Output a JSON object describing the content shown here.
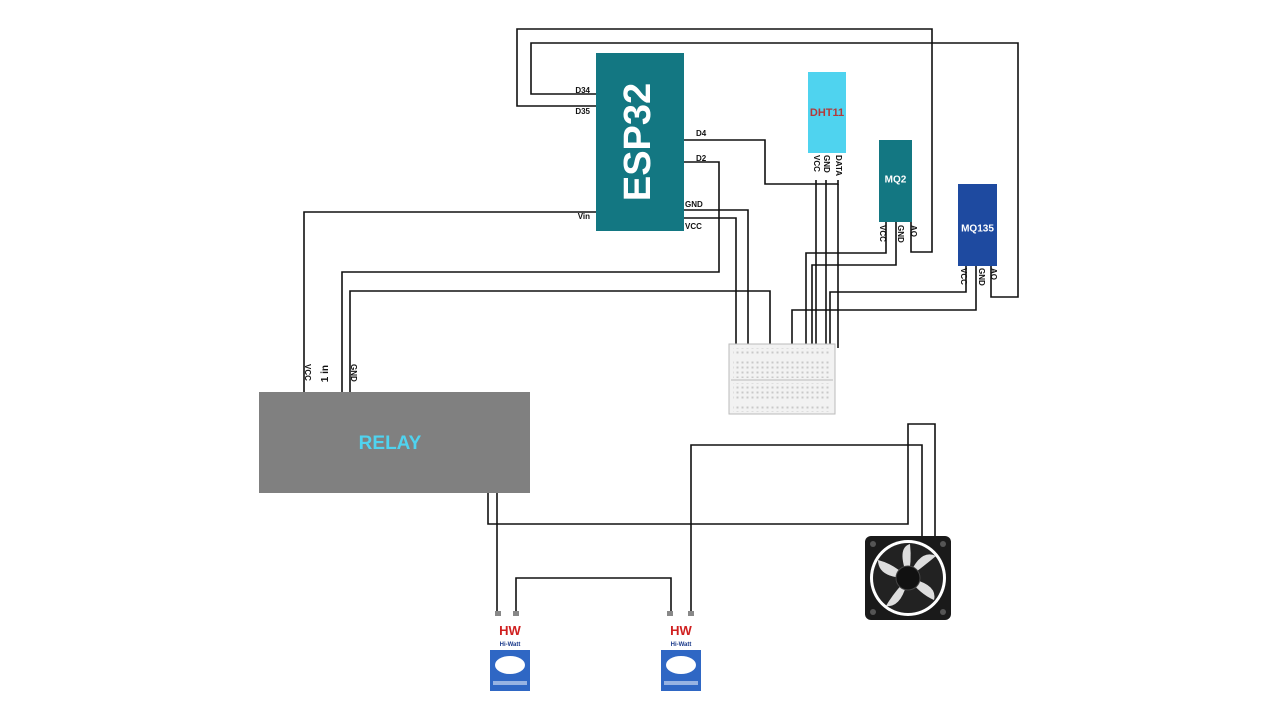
{
  "colors": {
    "esp32": "#137782",
    "dht11": "#4fd3ef",
    "dht11_text": "#b23a3a",
    "mq2": "#137782",
    "mq135": "#1e4aa0",
    "relay": "#808080",
    "relay_text": "#4fd3ef",
    "breadboard": "#f2f2f2",
    "battery_blue": "#2f67c4",
    "wire": "#111111"
  },
  "esp32": {
    "label": "ESP32",
    "pins_left": [
      "D34",
      "D35",
      "Vin"
    ],
    "pins_right": [
      "D4",
      "D2",
      "GND",
      "VCC"
    ]
  },
  "dht11": {
    "label": "DHT11",
    "pins": [
      "VCC",
      "GND",
      "DATA"
    ]
  },
  "mq2": {
    "label": "MQ2",
    "pins": [
      "VCC",
      "GND",
      "AO"
    ]
  },
  "mq135": {
    "label": "MQ135",
    "pins": [
      "VCC",
      "GND",
      "AO"
    ]
  },
  "relay": {
    "label": "RELAY",
    "pins": [
      "VCC",
      "1 in",
      "GND"
    ]
  },
  "batteries": [
    {
      "brand": "Hi-Watt",
      "logo": "HW"
    },
    {
      "brand": "Hi-Watt",
      "logo": "HW"
    }
  ],
  "fan": {
    "icon": "fan-icon"
  },
  "breadboard": {
    "icon": "breadboard-icon"
  }
}
